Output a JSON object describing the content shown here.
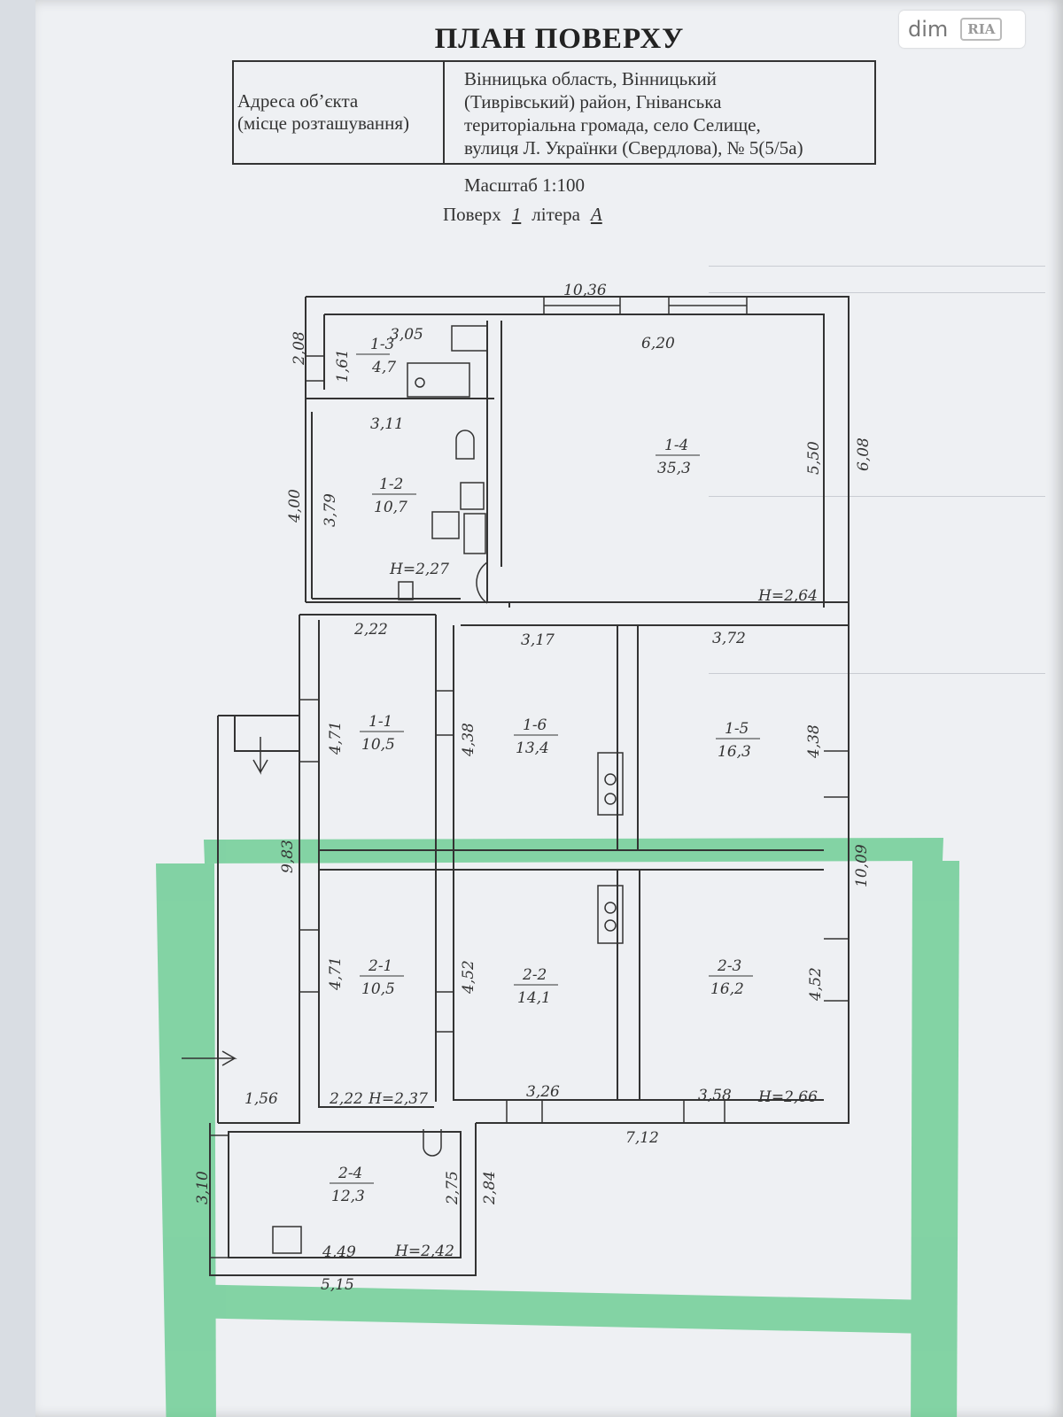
{
  "watermark": {
    "text": "dim",
    "logo": "RIA"
  },
  "title": "ПЛАН ПОВЕРХУ",
  "address": {
    "label_line1": "Адреса об’єкта",
    "label_line2": "(місце розташування)",
    "line1": "Вінницька область, Вінницький",
    "line2": "(Тиврівський) район, Гніванська",
    "line3": "територіальна громада, село Селище,",
    "line4": "вулиця Л. Українки (Свердлова), № 5(5/5а)"
  },
  "scale": "Масштаб 1:100",
  "floor": {
    "label": "Поверх",
    "value": "1",
    "letter_label": "літера",
    "letter_value": "А"
  },
  "rooms": [
    {
      "id": "1-3",
      "area": "4,7"
    },
    {
      "id": "1-4",
      "area": "35,3"
    },
    {
      "id": "1-2",
      "area": "10,7"
    },
    {
      "id": "1-1",
      "area": "10,5"
    },
    {
      "id": "1-6",
      "area": "13,4"
    },
    {
      "id": "1-5",
      "area": "16,3"
    },
    {
      "id": "2-1",
      "area": "10,5"
    },
    {
      "id": "2-2",
      "area": "14,1"
    },
    {
      "id": "2-3",
      "area": "16,2"
    },
    {
      "id": "2-4",
      "area": "12,3"
    }
  ],
  "heights": {
    "h1": "Н=2,27",
    "h2": "Н=2,64",
    "h3": "Н=2,37",
    "h4": "Н=2,66",
    "h5": "Н=2,42"
  },
  "dimensions": {
    "d1036": "10,36",
    "d305": "3,05",
    "d620": "6,20",
    "d208": "2,08",
    "d161": "1,61",
    "d311": "3,11",
    "d550": "5,50",
    "d608": "6,08",
    "d400": "4,00",
    "d379": "3,79",
    "d222a": "2,22",
    "d317": "3,17",
    "d372": "3,72",
    "d471a": "4,71",
    "d438a": "4,38",
    "d438b": "4,38",
    "d983": "9,83",
    "d1009": "10,09",
    "d471b": "4,71",
    "d452a": "4,52",
    "d452b": "4,52",
    "d156": "1,56",
    "d222b": "2,22",
    "d326": "3,26",
    "d358": "3,58",
    "d712": "7,12",
    "d310": "3,10",
    "d275": "2,75",
    "d284": "2,84",
    "d449": "4,49",
    "d515": "5,15"
  }
}
